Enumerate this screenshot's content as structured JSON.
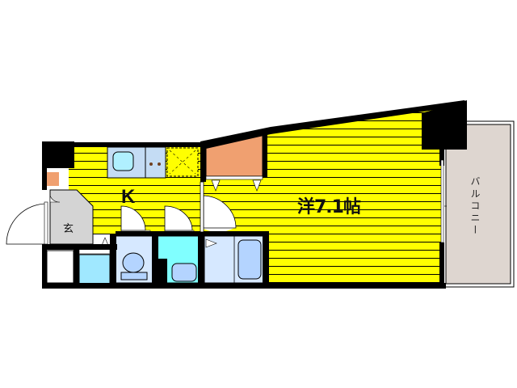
{
  "floorplan": {
    "rooms": {
      "western_room": {
        "label": "洋7.1帖",
        "type": "Western-style room",
        "size_jo": 7.1
      },
      "kitchen": {
        "label": "K"
      },
      "entrance": {
        "label": "玄"
      },
      "balcony": {
        "label": "バルコニー"
      }
    },
    "fixtures": [
      "sink",
      "two-burner stove",
      "refrigerator space",
      "closet",
      "washing machine space",
      "toilet",
      "washbasin",
      "bathtub",
      "shoe box"
    ],
    "colors": {
      "room_floor": "#ffff00",
      "floor_lines": "#000000",
      "wall": "#000000",
      "closet": "#f0a070",
      "wet_area_light": "#d6e8ff",
      "wet_area_cyan": "#80ffff",
      "entrance": "#d4d4d4",
      "balcony": "#ded6d0"
    }
  }
}
